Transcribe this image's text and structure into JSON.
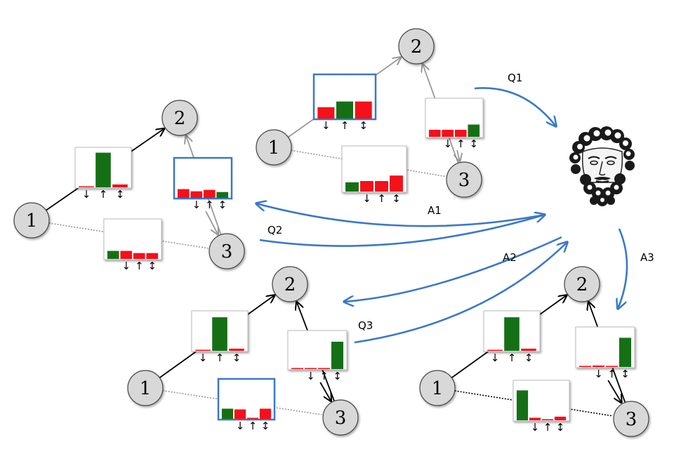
{
  "colors": {
    "green": "#157015",
    "red": "#f5101a",
    "node_fill": "#d8d8d8",
    "blue": "#3a78c9",
    "edge_black": "#000000",
    "edge_gray": "#999999"
  },
  "node_labels": {
    "n1": "1",
    "n2": "2",
    "n3": "3"
  },
  "arrow_labels": [
    "↓",
    "↑",
    "↕"
  ],
  "oracle": {
    "icon": "philosopher-bust-icon"
  },
  "messages": {
    "q1": "Q1",
    "a1": "A1",
    "q2": "Q2",
    "a2": "A2",
    "q3": "Q3",
    "a3": "A3"
  },
  "graphs": [
    {
      "id": "graph-top",
      "style": {
        "e12": "gray",
        "e23": "gray",
        "e13": "dotted-gray"
      },
      "histograms": {
        "h12": {
          "highlight": true,
          "bars": [
            {
              "v": 0.28,
              "c": "red"
            },
            {
              "v": 0.42,
              "c": "green"
            },
            {
              "v": 0.42,
              "c": "red"
            }
          ]
        },
        "h23": {
          "highlight": false,
          "bars": [
            {
              "v": 0.2,
              "c": "red"
            },
            {
              "v": 0.2,
              "c": "red"
            },
            {
              "v": 0.2,
              "c": "red"
            },
            {
              "v": 0.35,
              "c": "green"
            }
          ]
        },
        "h13": {
          "highlight": false,
          "bars": [
            {
              "v": 0.22,
              "c": "green"
            },
            {
              "v": 0.25,
              "c": "red"
            },
            {
              "v": 0.25,
              "c": "red"
            },
            {
              "v": 0.38,
              "c": "red"
            }
          ]
        }
      }
    },
    {
      "id": "graph-left",
      "style": {
        "e12": "black",
        "e23": "gray",
        "e13": "dotted-gray"
      },
      "histograms": {
        "h12": {
          "highlight": false,
          "bars": [
            {
              "v": 0.0,
              "c": "red"
            },
            {
              "v": 0.95,
              "c": "green"
            },
            {
              "v": 0.08,
              "c": "red"
            }
          ]
        },
        "h23": {
          "highlight": true,
          "bars": [
            {
              "v": 0.24,
              "c": "red"
            },
            {
              "v": 0.18,
              "c": "red"
            },
            {
              "v": 0.22,
              "c": "red"
            },
            {
              "v": 0.16,
              "c": "green"
            }
          ]
        },
        "h13": {
          "highlight": false,
          "bars": [
            {
              "v": 0.22,
              "c": "green"
            },
            {
              "v": 0.22,
              "c": "red"
            },
            {
              "v": 0.16,
              "c": "red"
            },
            {
              "v": 0.16,
              "c": "red"
            }
          ]
        }
      }
    },
    {
      "id": "graph-bottom-mid",
      "style": {
        "e12": "black",
        "e23": "black",
        "e13": "dotted-gray"
      },
      "histograms": {
        "h12": {
          "highlight": false,
          "bars": [
            {
              "v": 0.0,
              "c": "red"
            },
            {
              "v": 0.92,
              "c": "green"
            },
            {
              "v": 0.06,
              "c": "red"
            }
          ]
        },
        "h23": {
          "highlight": false,
          "bars": [
            {
              "v": 0.03,
              "c": "red"
            },
            {
              "v": 0.03,
              "c": "red"
            },
            {
              "v": 0.03,
              "c": "red"
            },
            {
              "v": 0.78,
              "c": "green"
            }
          ]
        },
        "h13": {
          "highlight": true,
          "bars": [
            {
              "v": 0.28,
              "c": "green"
            },
            {
              "v": 0.26,
              "c": "red"
            },
            {
              "v": 0.03,
              "c": "red"
            },
            {
              "v": 0.28,
              "c": "red"
            }
          ]
        }
      }
    },
    {
      "id": "graph-bottom-right",
      "style": {
        "e12": "black",
        "e23": "black",
        "e13": "dotted-black"
      },
      "histograms": {
        "h12": {
          "highlight": false,
          "bars": [
            {
              "v": 0.0,
              "c": "red"
            },
            {
              "v": 0.92,
              "c": "green"
            },
            {
              "v": 0.06,
              "c": "red"
            }
          ]
        },
        "h23": {
          "highlight": false,
          "bars": [
            {
              "v": 0.03,
              "c": "red"
            },
            {
              "v": 0.04,
              "c": "red"
            },
            {
              "v": 0.03,
              "c": "red"
            },
            {
              "v": 0.8,
              "c": "green"
            }
          ]
        },
        "h13": {
          "highlight": false,
          "bars": [
            {
              "v": 0.82,
              "c": "green"
            },
            {
              "v": 0.07,
              "c": "red"
            },
            {
              "v": 0.03,
              "c": "red"
            },
            {
              "v": 0.1,
              "c": "red"
            }
          ]
        }
      }
    }
  ]
}
